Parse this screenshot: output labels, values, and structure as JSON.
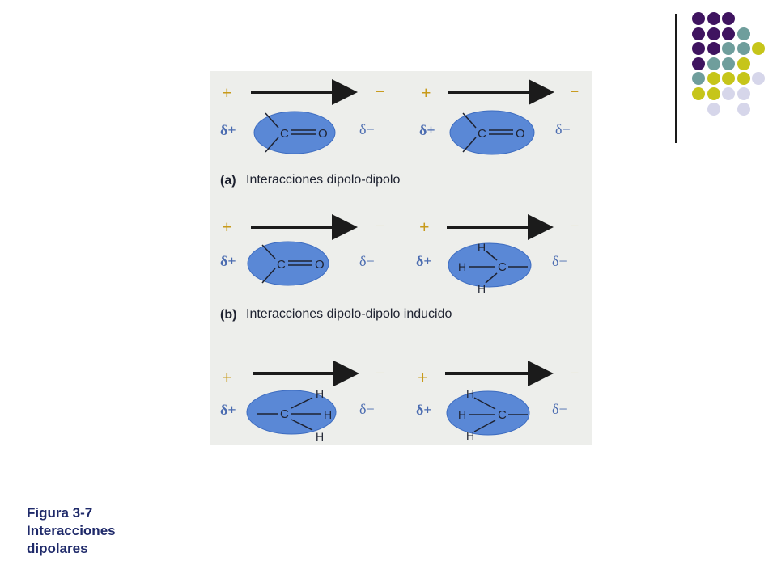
{
  "decoration": {
    "colors": {
      "purple": "#3f1460",
      "teal": "#6f9e9c",
      "olive": "#c6c51a",
      "lavender": "#d6d6ea",
      "divider": "#1a1a1a"
    },
    "dot_grid": [
      [
        "purple",
        "purple",
        "purple",
        "",
        "",
        ""
      ],
      [
        "purple",
        "purple",
        "purple",
        "teal",
        "",
        ""
      ],
      [
        "purple",
        "purple",
        "teal",
        "teal",
        "olive",
        ""
      ],
      [
        "purple",
        "teal",
        "teal",
        "olive",
        "",
        ""
      ],
      [
        "teal",
        "olive",
        "olive",
        "olive",
        "lavender",
        ""
      ],
      [
        "olive",
        "olive",
        "lavender",
        "lavender",
        "",
        ""
      ],
      [
        "",
        "lavender",
        "",
        "lavender",
        "",
        ""
      ]
    ]
  },
  "figure": {
    "colors": {
      "background": "#edeeeb",
      "plus_minus": "#c89a1a",
      "delta": "#4a6bb0",
      "arrow": "#1b1b1b",
      "ellipse": "#5a88d6",
      "ellipse_edge": "#3d6cc0",
      "bond_text": "#1e2230"
    },
    "symbols": {
      "plus": "+",
      "minus": "−",
      "delta_plus": "δ+",
      "delta_minus": "δ−"
    },
    "atoms": {
      "c": "C",
      "o": "O",
      "h": "H"
    },
    "labels": {
      "a_tag": "(a)",
      "a_text": "Interacciones dipolo-dipolo",
      "b_tag": "(b)",
      "b_text": "Interacciones dipolo-dipolo inducido"
    }
  },
  "caption": {
    "line1": "Figura 3-7",
    "line2": "Interacciones",
    "line3": "dipolares"
  }
}
